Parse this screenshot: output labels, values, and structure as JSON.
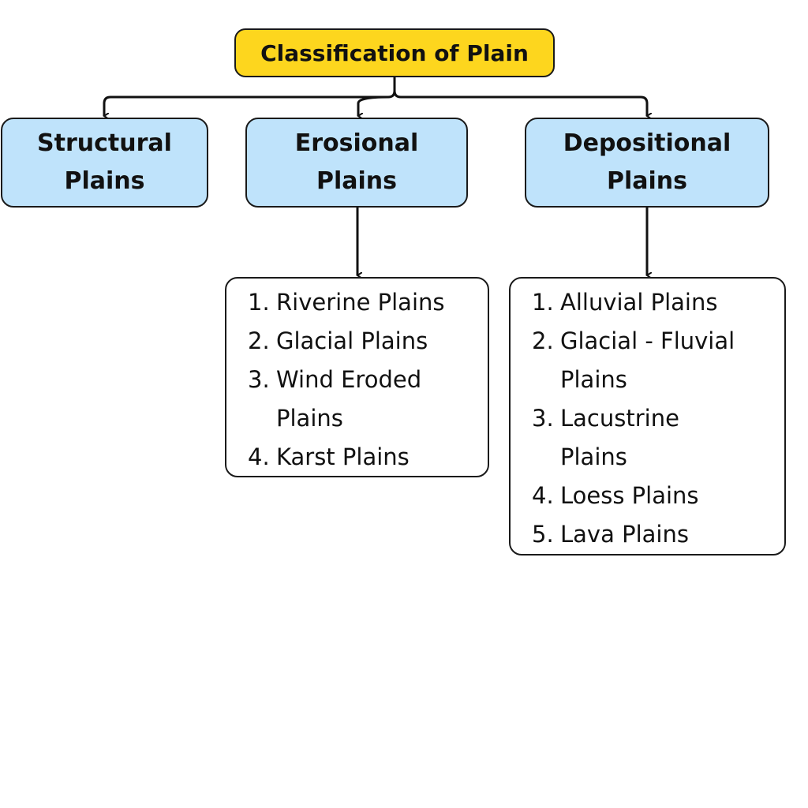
{
  "title": "Classification of Plain",
  "categories": [
    {
      "label_line1": "Structural",
      "label_line2": "Plains",
      "items": []
    },
    {
      "label_line1": "Erosional",
      "label_line2": "Plains",
      "items": [
        {
          "num": "1.",
          "text": "Riverine Plains"
        },
        {
          "num": "2.",
          "text": "Glacial Plains"
        },
        {
          "num": "3.",
          "text": "Wind Eroded Plains"
        },
        {
          "num": "4.",
          "text": "Karst Plains"
        }
      ]
    },
    {
      "label_line1": "Depositional",
      "label_line2": "Plains",
      "items": [
        {
          "num": "1.",
          "text": "Alluvial Plains"
        },
        {
          "num": "2.",
          "text": "Glacial - Fluvial Plains"
        },
        {
          "num": "3.",
          "text": "Lacustrine Plains"
        },
        {
          "num": "4.",
          "text": "Loess Plains"
        },
        {
          "num": "5.",
          "text": "Lava Plains"
        }
      ]
    }
  ],
  "colors": {
    "root": "#fdd61e",
    "category": "#bfe3fb",
    "list": "#ffffff"
  }
}
